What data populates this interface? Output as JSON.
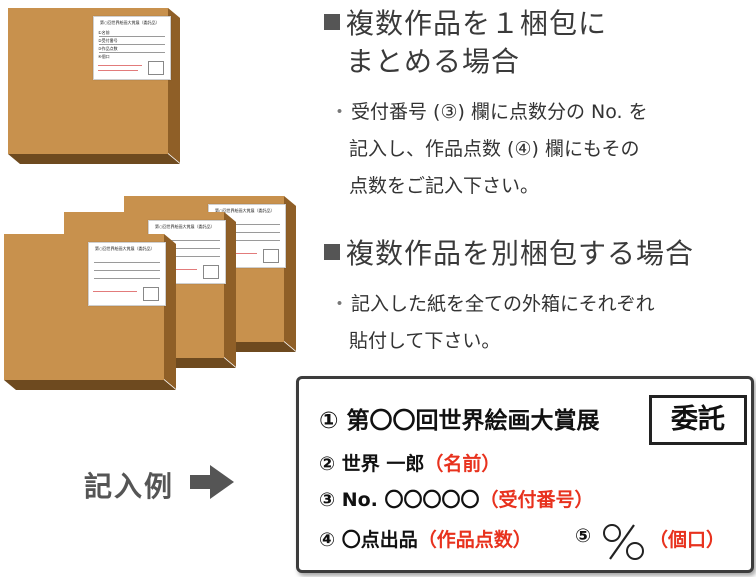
{
  "parcel_label": {
    "title": "第○回世界絵画大賞展（委託品）",
    "fields": [
      "①名前",
      "②受付番号",
      "③作品点数",
      "④個口"
    ]
  },
  "section1": {
    "heading_line1": "複数作品を１梱包に",
    "heading_line2": "まとめる場合",
    "bullet": "・",
    "text_line1": "受付番号 (③) 欄に点数分の No. を",
    "text_line2": "記入し、作品点数 (④) 欄にもその",
    "text_line3": "点数をご記入下さい。"
  },
  "section2": {
    "heading": "複数作品を別梱包する場合",
    "bullet": "・",
    "text_line1": "記入した紙を全ての外箱にそれぞれ",
    "text_line2": "貼付して下さい。"
  },
  "example_label": "記入例",
  "example": {
    "line1": "① 第〇〇回世界絵画大賞展",
    "badge": "委託",
    "line2_main": "② 世界 一郎",
    "line2_note": "（名前）",
    "line3_main": "③ No. 〇〇〇〇〇",
    "line3_note": "（受付番号）",
    "line4_main": "④ 〇点出品",
    "line4_note": "（作品点数）",
    "line5_num": "⑤",
    "line5_note": "（個口）"
  },
  "colors": {
    "box": "#c8914d",
    "box_top": "#dcae6f",
    "box_side": "#8f5f27",
    "note_red": "#e8321e"
  }
}
